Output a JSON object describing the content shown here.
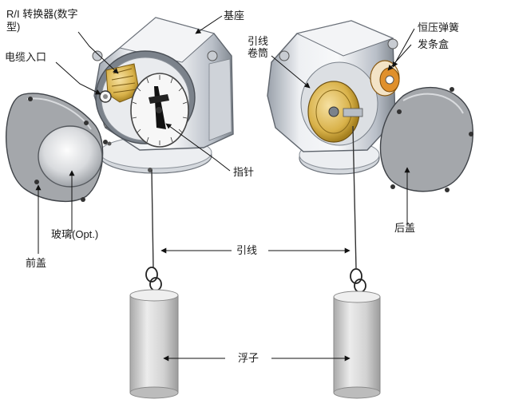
{
  "labels": {
    "converter": "R/I 转换器(数字型)",
    "base": "基座",
    "cable_reel": "引线卷筒",
    "spring": "恒压弹簧",
    "spring_box": "发条盒",
    "cable_entry": "电缆入口",
    "pointer": "指针",
    "glass": "玻璃(Opt.)",
    "front_cover": "前盖",
    "rear_cover": "后盖",
    "lead_wire": "引线",
    "float": "浮子"
  },
  "colors": {
    "metal_light": "#eef0f3",
    "metal_mid": "#c9ced6",
    "metal_dark": "#8d949e",
    "cover_gray": "#a4a7ab",
    "gold": "#d9b24a",
    "float_gray": "#d8d8d8"
  }
}
